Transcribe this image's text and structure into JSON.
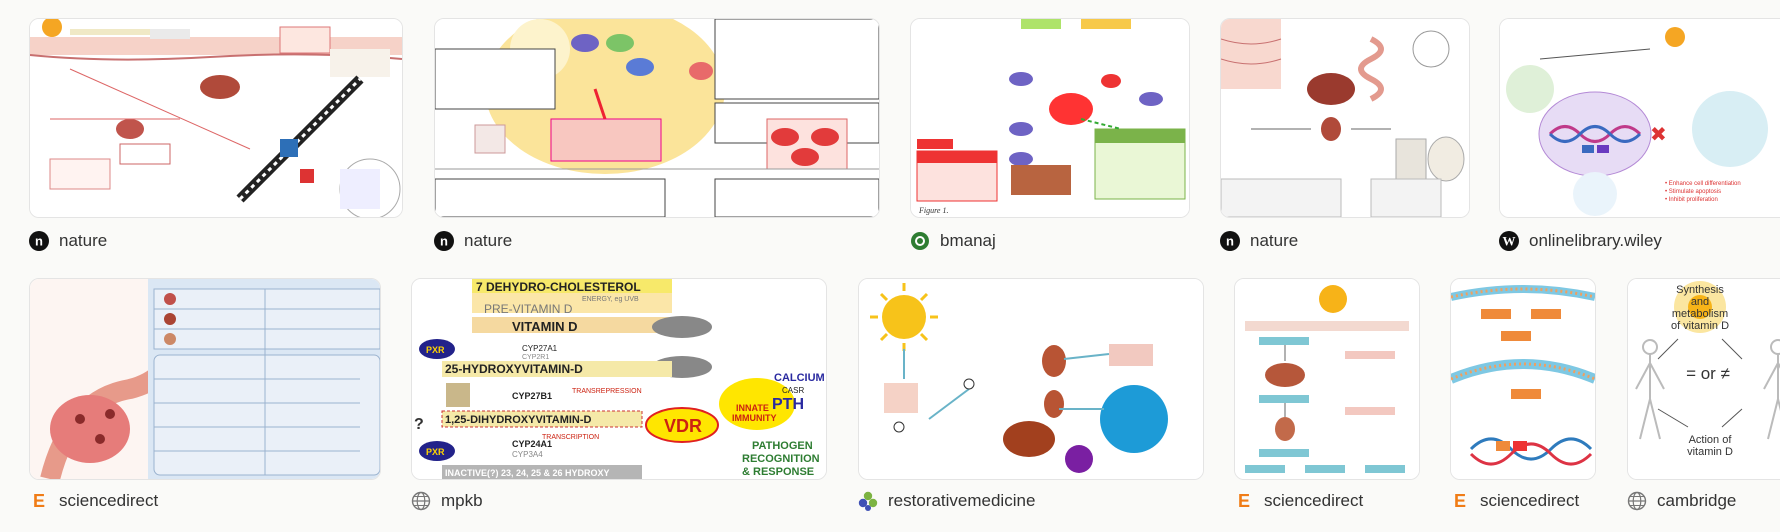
{
  "results": [
    {
      "source": "nature",
      "icon": "nature-logo-icon",
      "image": "vitamin-d-metabolism-diagram"
    },
    {
      "source": "nature",
      "icon": "nature-logo-icon",
      "image": "anti-inflammatory-effects-diagram"
    },
    {
      "source": "bmanaj",
      "icon": "bmanaj-logo-icon",
      "image": "vitamin-d-dna-damage-diagram"
    },
    {
      "source": "nature",
      "icon": "nature-logo-icon",
      "image": "vitamin-d-sources-diagram"
    },
    {
      "source": "onlinelibrary.wiley",
      "icon": "wiley-logo-icon",
      "image": "vitamin-d-cancer-cell-diagram"
    },
    {
      "source": "sciencedirect",
      "icon": "elsevier-logo-icon",
      "image": "intestinal-cell-table-diagram"
    },
    {
      "source": "mpkb",
      "icon": "globe-icon",
      "image": "vitamin-d-pathway-diagram",
      "labels": {
        "l1": "7 DEHYDRO-CHOLESTEROL",
        "l2": "ENERGY, eg UVB",
        "l3": "PRE-VITAMIN D",
        "l4": "VITAMIN D",
        "l5": "25-HYDROXYVITAMIN-D",
        "l6": "1,25-DIHYDROXYVITAMIN-D",
        "pxr": "PXR",
        "vdr": "VDR",
        "pth": "PTH",
        "calcium": "CALCIUM",
        "casr": "CASR",
        "innate": "INNATE",
        "immunity": "IMMUNITY",
        "cyp27a1": "CYP27A1",
        "cyp2r1": "CYP2R1",
        "cyp27b1": "CYP27B1",
        "cyp24a1": "CYP24A1",
        "cyp3a4": "CYP3A4",
        "transrepression": "TRANSREPRESSION",
        "transcription": "TRANSCRIPTION",
        "pathogen": "PATHOGEN",
        "recognition": "RECOGNITION",
        "response": "& RESPONSE",
        "inactive": "INACTIVE(?) 23, 24, 25 & 26 HYDROXY",
        "q": "?"
      }
    },
    {
      "source": "restorativemedicine",
      "icon": "restorativemedicine-logo-icon",
      "image": "vitamin-d-synthesis-organs-diagram"
    },
    {
      "source": "sciencedirect",
      "icon": "elsevier-logo-icon",
      "image": "vitamin-d-activation-flow-diagram"
    },
    {
      "source": "sciencedirect",
      "icon": "elsevier-logo-icon",
      "image": "vitamin-d-receptor-cell-diagram"
    },
    {
      "source": "cambridge",
      "icon": "globe-icon",
      "image": "vitamin-d-synthesis-metabolism-diagram",
      "labels": {
        "synthesis": "Synthesis",
        "and": "and",
        "metabolism": "metabolism",
        "ofvitd": "of vitamin D",
        "oreq": "= or ≠",
        "action": "Action of",
        "vitd": "vitamin D"
      }
    }
  ],
  "colors": {
    "elsevier": "#f07c16",
    "nature": "#111111",
    "accent_green": "#2e7d32"
  }
}
